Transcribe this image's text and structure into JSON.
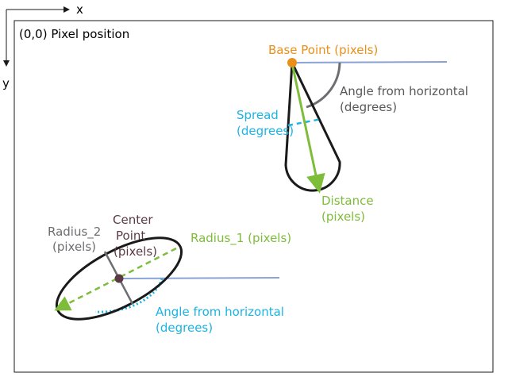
{
  "axes": {
    "x_label": "x",
    "y_label": "y",
    "origin_label": "(0,0) Pixel position"
  },
  "shape_top": {
    "base_point": "Base Point (pixels)",
    "angle_line1": "Angle from horizontal",
    "angle_line2": "(degrees)",
    "spread_line1": "Spread",
    "spread_line2": "(degrees)",
    "distance_line1": "Distance",
    "distance_line2": "(pixels)"
  },
  "shape_ellipse": {
    "radius2_line1": "Radius_2",
    "radius2_line2": "(pixels)",
    "center_line1": "Center",
    "center_line2": "Point",
    "center_line3": "(pixels)",
    "radius1": "Radius_1 (pixels)",
    "angle_line1": "Angle from horizontal",
    "angle_line2": "(degrees)"
  },
  "colors": {
    "orange": "#e8901a",
    "green": "#7dbd3a",
    "cyan": "#1cb4e3",
    "blue_line": "#8aa3d4",
    "grey": "#6d6e71",
    "maroon": "#5b3a45",
    "black": "#1a1a1a"
  }
}
